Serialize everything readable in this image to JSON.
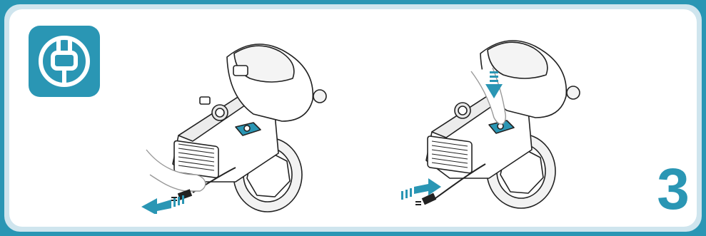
{
  "step_number": "3",
  "icons": {
    "badge": "power-plug-icon"
  },
  "colors": {
    "accent": "#2a96b4",
    "frame_outer": "#2a96b4",
    "frame_inner": "#cfe5ee",
    "panel": "#ffffff",
    "line": "#222222"
  },
  "illustrations": [
    {
      "name": "unplug-vacuum",
      "arrow": "outward"
    },
    {
      "name": "plug-in-and-press-button",
      "arrow": "inward"
    }
  ]
}
